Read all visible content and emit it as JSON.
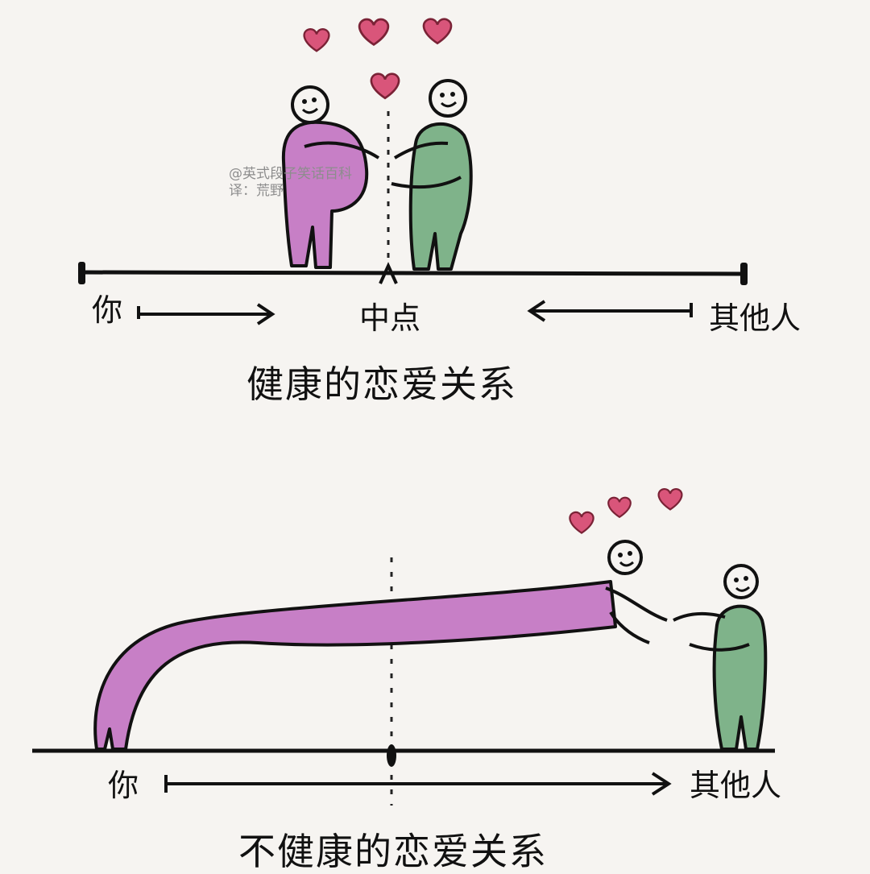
{
  "colors": {
    "background": "#f6f4f1",
    "ink": "#111111",
    "pink_person": "#c77fc6",
    "green_person": "#7fb38a",
    "heart": "#d9557a"
  },
  "top_panel": {
    "left_label": "你",
    "middle_label": "中点",
    "right_label": "其他人",
    "caption": "健康的恋爱关系",
    "watermark_line1": "@英式段子笑话百科",
    "watermark_line2": "译：荒野"
  },
  "bottom_panel": {
    "left_label": "你",
    "right_label": "其他人",
    "caption": "不健康的恋爱关系"
  },
  "icons": [
    "heart-icon",
    "stick-figure-pink",
    "stick-figure-green",
    "arrow-right-icon",
    "arrow-left-icon"
  ]
}
